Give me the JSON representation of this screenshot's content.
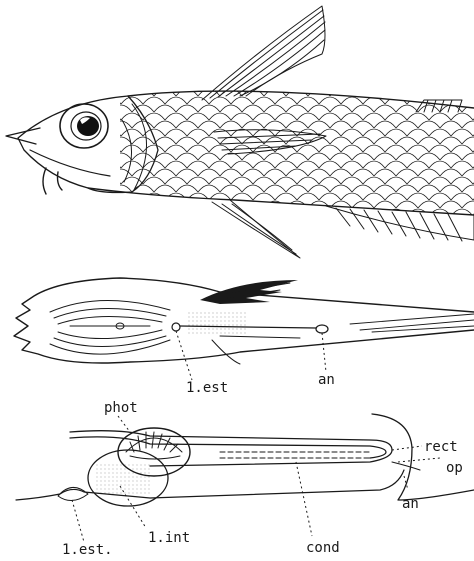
{
  "figure": {
    "labels": {
      "l_est_top": "1.est",
      "an_top": "an",
      "phot": "phot",
      "rect": "rect",
      "op": "op",
      "an_bottom": "an",
      "l_int": "1.int",
      "cond": "cond",
      "l_est_bottom": "1.est."
    }
  }
}
